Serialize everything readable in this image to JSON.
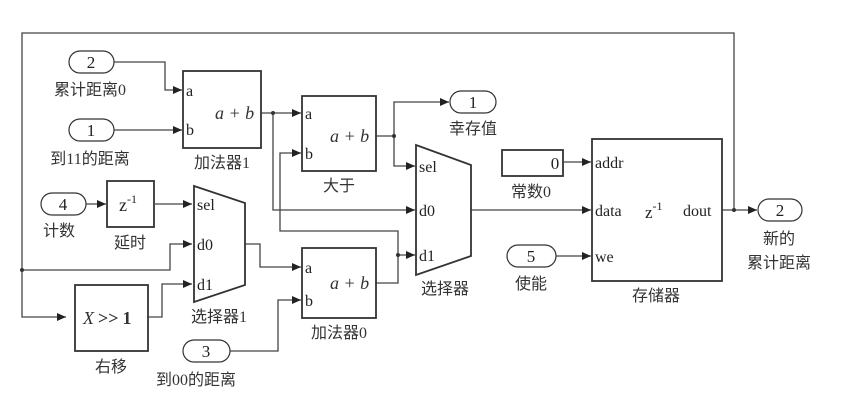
{
  "diagram": {
    "inports": [
      {
        "number": "2",
        "label": "累计距离0"
      },
      {
        "number": "1",
        "label": "到11的距离"
      },
      {
        "number": "4",
        "label": "计数"
      },
      {
        "number": "3",
        "label": "到00的距离"
      },
      {
        "number": "5",
        "label": "使能"
      }
    ],
    "outports": [
      {
        "number": "1",
        "label": "幸存值"
      },
      {
        "number": "2",
        "label_line1": "新的",
        "label_line2": "累计距离"
      }
    ],
    "blocks": {
      "adder1": {
        "label": "加法器1",
        "port_a": "a",
        "port_b": "b",
        "expr": "a + b"
      },
      "greater": {
        "label": "大于",
        "port_a": "a",
        "port_b": "b",
        "expr": "a + b"
      },
      "adder0": {
        "label": "加法器0",
        "port_a": "a",
        "port_b": "b",
        "expr": "a + b"
      },
      "delay": {
        "label": "延时",
        "expr_base": "z",
        "expr_exp": "-1"
      },
      "mux1": {
        "label": "选择器1",
        "port_sel": "sel",
        "port_d0": "d0",
        "port_d1": "d1"
      },
      "mux": {
        "label": "选择器",
        "port_sel": "sel",
        "port_d0": "d0",
        "port_d1": "d1"
      },
      "shift": {
        "label": "右移",
        "expr_x": "X",
        "expr_op": ">>",
        "expr_n": "1"
      },
      "const0": {
        "label": "常数0",
        "value": "0"
      },
      "memory": {
        "label": "存储器",
        "port_addr": "addr",
        "port_data": "data",
        "port_we": "we",
        "port_dout": "dout",
        "expr_base": "z",
        "expr_exp": "-1"
      }
    }
  }
}
